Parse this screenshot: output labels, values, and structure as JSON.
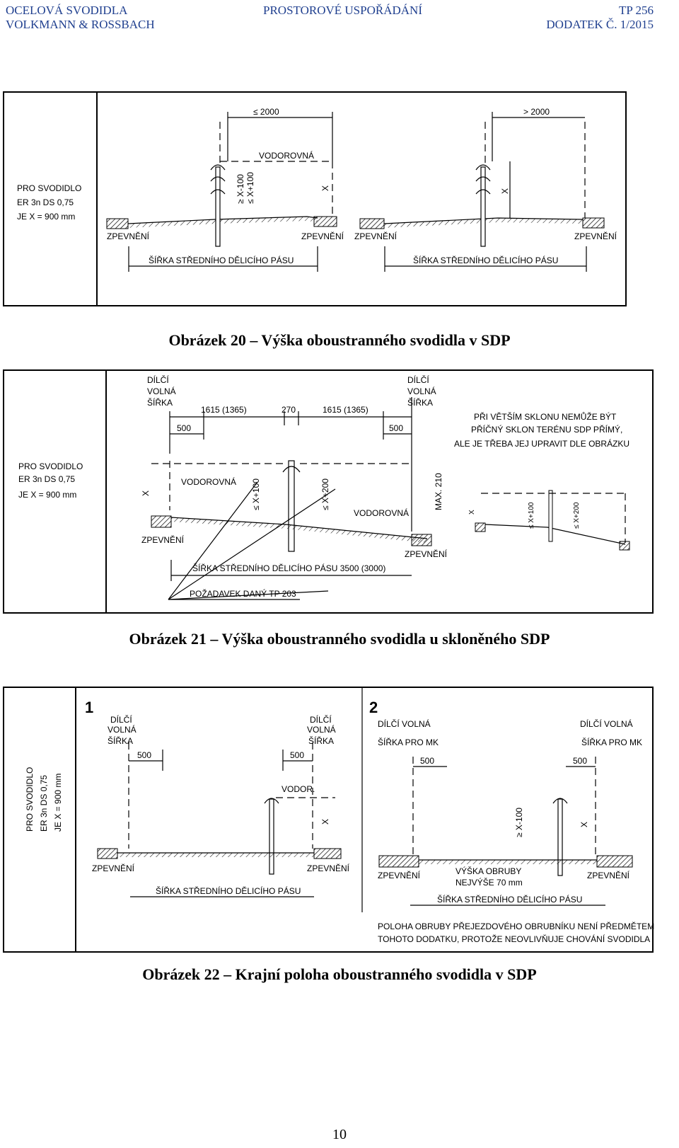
{
  "header": {
    "left_line1": "OCELOVÁ SVODIDLA",
    "left_line2": "VOLKMANN & ROSSBACH",
    "center": "PROSTOROVÉ USPOŘÁDÁNÍ",
    "right_line1": "TP 256",
    "right_line2": "DODATEK Č. 1/2015"
  },
  "figure20": {
    "caption": "Obrázek 20 – Výška oboustranného svodidla v SDP",
    "note": [
      "PRO SVODIDLO",
      "ER 3n DS 0,75",
      "JE X = 900 mm"
    ],
    "dim_left": "≤ 2000",
    "dim_right": "> 2000",
    "vodorovna": "VODOROVNÁ",
    "x": "X",
    "x_plus": "≤ X+100",
    "x_minus": "≥ X-100",
    "zpevneni": "ZPEVNĚNÍ",
    "sirka": "ŠÍŘKA STŘEDNÍHO DĚLICÍHO PÁSU"
  },
  "figure21": {
    "caption": "Obrázek 21 – Výška oboustranného svodidla u skloněného SDP",
    "note": [
      "PRO SVODIDLO",
      "ER 3n DS 0,75",
      "JE X = 900 mm"
    ],
    "dilci": [
      "DÍLČÍ",
      "VOLNÁ",
      "ŠÍŘKA"
    ],
    "d1615": "1615 (1365)",
    "d270": "270",
    "d500": "500",
    "vodorovna": "VODOROVNÁ",
    "x": "X",
    "x100": "≤ X+100",
    "x200": "≤ X+200",
    "max210": "MAX. 210",
    "zpevneni": "ZPEVNĚNÍ",
    "sirka": "ŠÍŘKA STŘEDNÍHO DĚLICÍHO PÁSU 3500 (3000)",
    "pozadavek": "POŽADAVEK DANÝ TP 203",
    "sklon_note": [
      "PŘI VĚTŠÍM SKLONU NEMŮŽE BÝT",
      "PŘÍČNÝ SKLON TERÉNU SDP PŘÍMÝ,",
      "ALE JE TŘEBA JEJ UPRAVIT DLE OBRÁZKU"
    ]
  },
  "figure22": {
    "caption": "Obrázek 22 – Krajní poloha oboustranného svodidla v SDP",
    "note": [
      "PRO SVODIDLO",
      "ER 3n DS 0,75",
      "JE X = 900 mm"
    ],
    "label1": "1",
    "label2": "2",
    "dilci": [
      "DÍLČÍ",
      "VOLNÁ",
      "ŠÍŘKA"
    ],
    "dilci_mk1": "DÍLČÍ VOLNÁ",
    "dilci_mk2": "ŠÍŘKA PRO MK",
    "d500": "500",
    "vodor": "VODOR.",
    "x": "X",
    "xm100": "≥ X-100",
    "zpevneni": "ZPEVNĚNÍ",
    "sirka": "ŠÍŘKA STŘEDNÍHO DĚLICÍHO PÁSU",
    "obruba1": "VÝŠKA OBRUBY",
    "obruba2": "NEJVÝŠE 70 mm",
    "poloha1": "POLOHA OBRUBY PŘEJEZDOVÉHO OBRUBNÍKU NENÍ PŘEDMĚTEM",
    "poloha2": "TOHOTO DODATKU, PROTOŽE NEOVLIVŇUJE CHOVÁNÍ SVODIDLA"
  },
  "page_number": "10"
}
